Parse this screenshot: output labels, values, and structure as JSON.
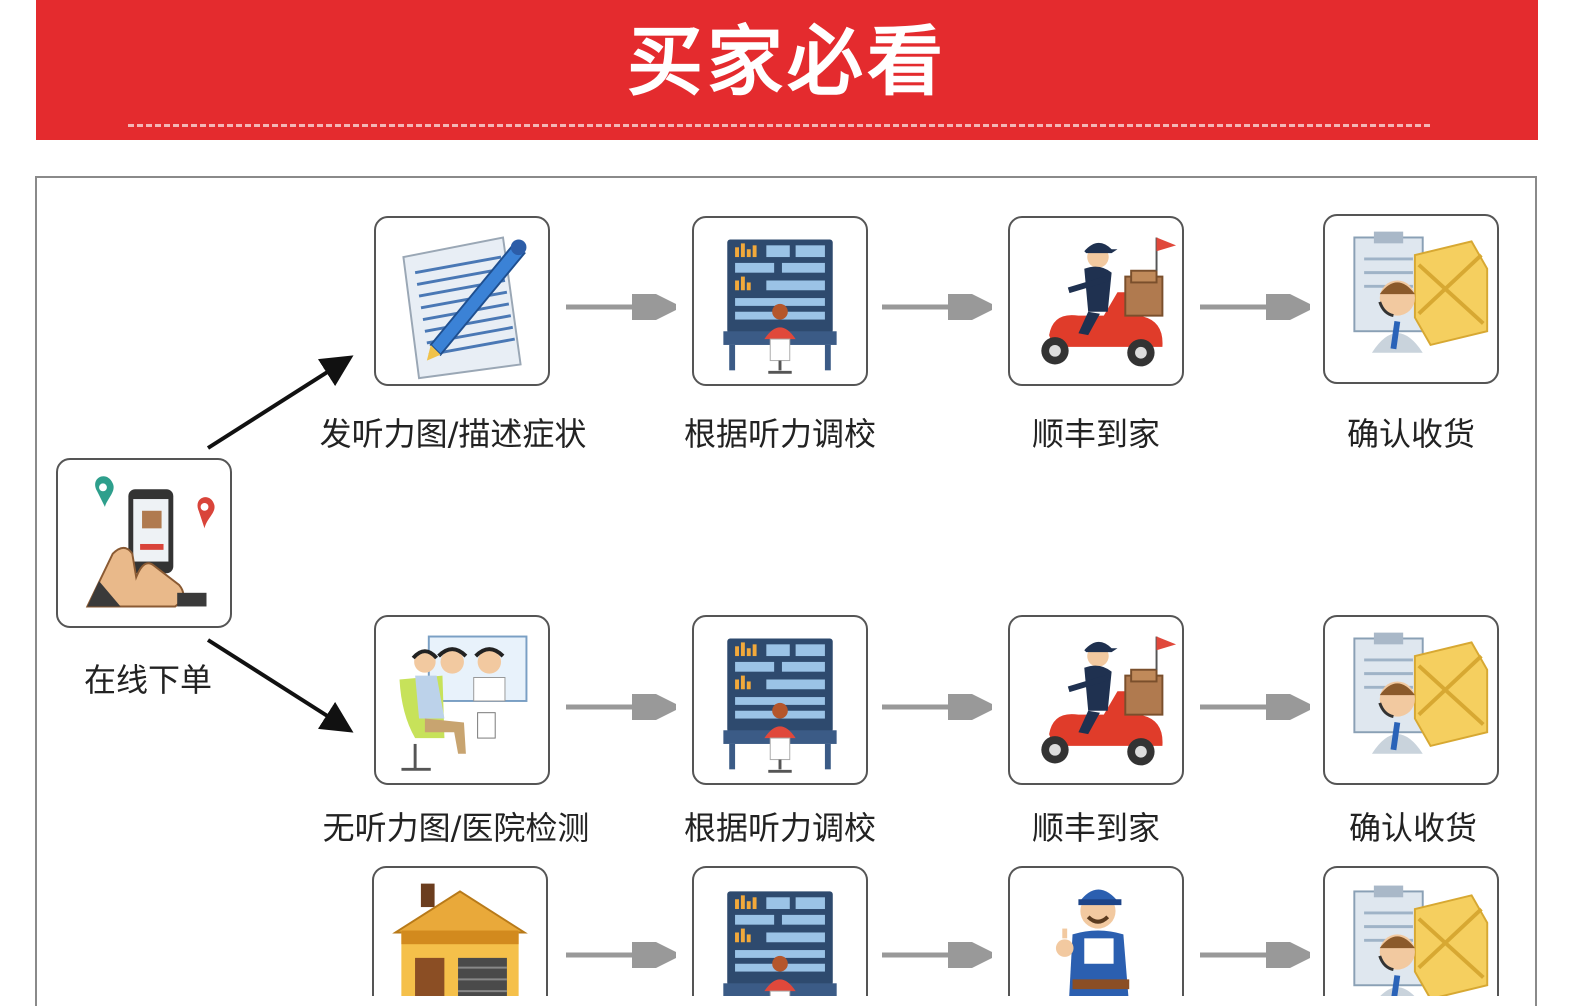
{
  "header": {
    "title": "买家必看"
  },
  "start": {
    "label": "在线下单"
  },
  "row1": {
    "steps": [
      "发听力图/描述症状",
      "根据听力调校",
      "顺丰到家",
      "确认收货"
    ]
  },
  "row2": {
    "steps": [
      "无听力图/医院检测",
      "根据听力调校",
      "顺丰到家",
      "确认收货"
    ]
  },
  "icons": {
    "start": "phone-order-icon",
    "write": "document-pencil-icon",
    "tune": "control-console-icon",
    "delivery": "courier-scooter-icon",
    "receive": "service-agent-crate-icon",
    "hospital": "hearing-test-icon",
    "store": "store-house-icon",
    "worker": "repairman-icon"
  },
  "colors": {
    "banner": "#e42b2e",
    "arrow": "#999999",
    "border": "#555555"
  }
}
